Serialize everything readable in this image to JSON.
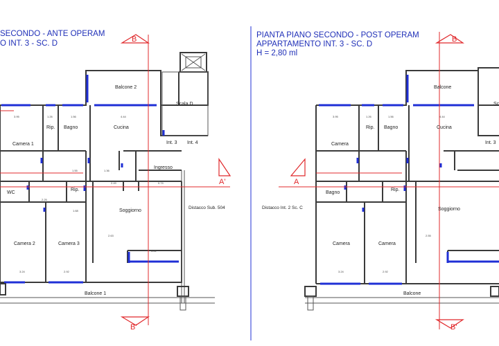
{
  "left_panel": {
    "title_lines": [
      "SECONDO - ANTE OPERAM",
      "O INT. 3 - SC. D"
    ],
    "rooms": {
      "balcone_top": "Balcone 2",
      "scala": "Scala D",
      "camera1": "Camera 1",
      "rip1": "Rip.",
      "bagno": "Bagno",
      "cucina": "Cucina",
      "int3": "Int. 3",
      "int4": "Int. 4",
      "ingresso": "Ingresso",
      "wc": "WC",
      "rip2": "Rip.",
      "soggiorno": "Soggiorno",
      "camera2": "Camera 2",
      "camera3": "Camera 3",
      "balcone_bottom": "Balcone 1",
      "distacco": "Distacco Sub. 504"
    },
    "sections": {
      "b_top": "B",
      "b_bottom": "B'",
      "a_right": "A'"
    }
  },
  "right_panel": {
    "title_lines": [
      "PIANTA PIANO SECONDO - POST OPERAM",
      "APPARTAMENTO INT. 3 - SC. D",
      "H = 2,80 ml"
    ],
    "rooms": {
      "balcone_top": "Balcone",
      "scala": "Sc",
      "camera_top": "Camera",
      "rip1": "Rip.",
      "bagno_top": "Bagno",
      "cucina": "Cucina",
      "int3": "Int. 3",
      "bagno_mid": "Bagno",
      "rip2": "Rip.",
      "soggiorno": "Soggiorno",
      "camera_left": "Camera",
      "camera_mid": "Camera",
      "balcone_bottom": "Balcone",
      "distacco": "Distacco Int. 2 Sc. C"
    },
    "sections": {
      "b_top": "B",
      "b_bottom": "B'",
      "a_left": "A"
    }
  },
  "dimensions": [
    "3.95",
    "1.26",
    "1.56",
    "4.44",
    "2.25",
    "1.36",
    "1.55",
    "2.49",
    "0.74",
    "2.63",
    "1.68",
    "3.24",
    "2.92",
    "2.55",
    "3.22"
  ],
  "colors": {
    "walls": "#3a3a3a",
    "windows": "#1f2fd6",
    "section_lines": "#e0282b",
    "title": "#1f2fb8",
    "divider": "#1f2fd6"
  }
}
